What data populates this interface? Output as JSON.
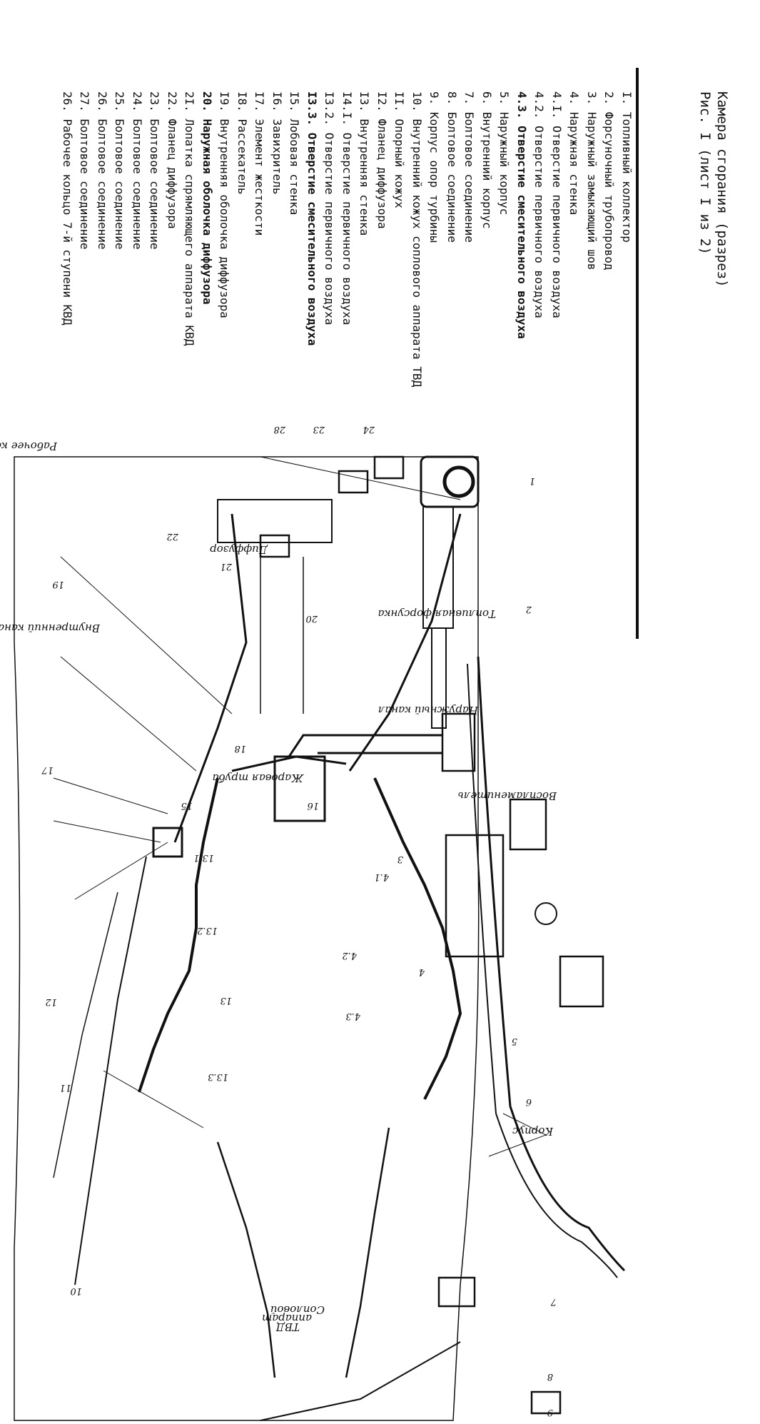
{
  "sheet": {
    "title": "Камера сгорания (разрез)",
    "subtitle": "Рис. I (лист I из 2)"
  },
  "legend": [
    {
      "text": "I. Топливный коллектор",
      "bold": false
    },
    {
      "text": "2. Форсуночный трубопровод",
      "bold": false
    },
    {
      "text": "3. Наружный замыкающий шов",
      "bold": false
    },
    {
      "text": "4. Наружная стенка",
      "bold": false
    },
    {
      "text": "4.I. Отверстие первичного воздуха",
      "bold": false
    },
    {
      "text": "4.2. Отверстие первичного воздуха",
      "bold": false
    },
    {
      "text": "4.3. Отверстие смесительного воздуха",
      "bold": true
    },
    {
      "text": "5. Наружный корпус",
      "bold": false
    },
    {
      "text": "6. Внутренний корпус",
      "bold": false
    },
    {
      "text": "7. Болтовое соединение",
      "bold": false
    },
    {
      "text": "8. Болтовое соединение",
      "bold": false
    },
    {
      "text": "9. Корпус опор турбины",
      "bold": false
    },
    {
      "text": "10. Внутренний кожух соплового аппарата ТВД",
      "bold": false
    },
    {
      "text": "II. Опорный кожух",
      "bold": false
    },
    {
      "text": "I2. Фланец диффузора",
      "bold": false
    },
    {
      "text": "I3. Внутренняя стенка",
      "bold": false
    },
    {
      "text": "I4.I. Отверстие первичного воздуха",
      "bold": false
    },
    {
      "text": "I3.2. Отверстие первичного воздуха",
      "bold": false
    },
    {
      "text": "I3.3. Отверстие смесительного воздуха",
      "bold": true
    },
    {
      "text": "I5. Лобовая стенка",
      "bold": false
    },
    {
      "text": "I6. Завихритель",
      "bold": false
    },
    {
      "text": "I7. Элемент жесткости",
      "bold": false
    },
    {
      "text": "I8. Рассекатель",
      "bold": false
    },
    {
      "text": "I9. Внутренняя оболочка диффузора",
      "bold": false
    },
    {
      "text": "20. Наружная оболочка диффузора",
      "bold": true
    },
    {
      "text": "2I. Лопатка спрямляющего аппарата КВД",
      "bold": false
    },
    {
      "text": "22. Фланец диффузора",
      "bold": false
    },
    {
      "text": "23. Болтовое соединение",
      "bold": false
    },
    {
      "text": "24. Болтовое соединение",
      "bold": false
    },
    {
      "text": "25. Болтовое соединение",
      "bold": false
    },
    {
      "text": "26. Болтовое соединение",
      "bold": false
    },
    {
      "text": "27. Болтовое соединение",
      "bold": false
    },
    {
      "text": "26. Рабочее кольцо 7-й ступени КВД",
      "bold": false
    }
  ],
  "diagram": {
    "labels": {
      "fuel_injector": "Топливная форсунка",
      "igniter": "Воспламенитель",
      "outer_channel": "Наружный канал",
      "liner": "Жаровая труба",
      "diffuser": "Диффузор",
      "inner_channel": "Внутренний канал",
      "casing": "Корпус",
      "hpc_rotor": "Рабочее колесо КВД",
      "nozzle_line1": "Сопловой",
      "nozzle_line2": "аппарат",
      "nozzle_line3": "ТВД"
    },
    "callouts": {
      "n1": "1",
      "n2": "2",
      "n3": "3",
      "n4": "4",
      "n41": "4.1",
      "n42": "4.2",
      "n43": "4.3",
      "n5": "5",
      "n6": "6",
      "n7": "7",
      "n8": "8",
      "n9": "9",
      "n10": "10",
      "n11": "11",
      "n12": "12",
      "n13": "13",
      "n131": "13.1",
      "n132": "13.2",
      "n133": "13.3",
      "n15": "15",
      "n16": "16",
      "n17": "17",
      "n18": "18",
      "n19": "19",
      "n20": "20",
      "n21": "21",
      "n22": "22",
      "n23": "23",
      "n24": "24",
      "n28": "28"
    }
  }
}
